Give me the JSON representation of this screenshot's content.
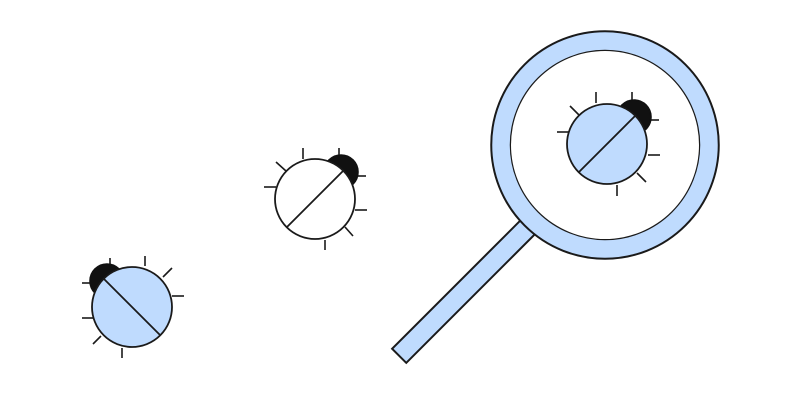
{
  "illustration": {
    "subject": "debugging",
    "icons": [
      "bug-icon",
      "magnifying-glass-icon"
    ],
    "colors": {
      "background": "#ffffff",
      "accent_fill": "#BFDBFE",
      "stroke": "#1a1a1a",
      "bug_head": "#111111",
      "plain_body": "#ffffff"
    },
    "bugs": [
      {
        "name": "bug-bottom-left",
        "body_fill": "accent"
      },
      {
        "name": "bug-middle",
        "body_fill": "plain"
      },
      {
        "name": "bug-under-lens",
        "body_fill": "accent"
      }
    ]
  }
}
